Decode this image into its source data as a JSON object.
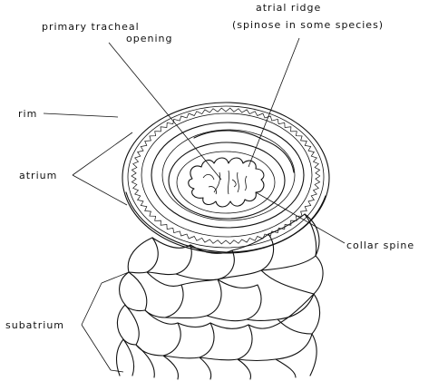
{
  "labels": {
    "primary_tracheal_opening_line1": "primary tracheal",
    "primary_tracheal_opening_line2": "opening",
    "atrial_ridge_line1": "atrial ridge",
    "atrial_ridge_line2": "(spinose in some species)",
    "rim": "rim",
    "atrium": "atrium",
    "collar_spine": "collar spine",
    "subatrium": "subatrium"
  },
  "colors": {
    "ink": "#111111",
    "background": "#ffffff"
  }
}
